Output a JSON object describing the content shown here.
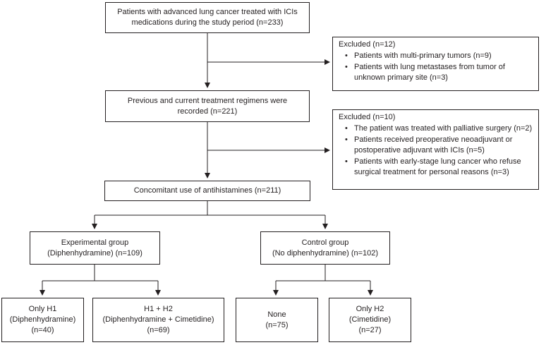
{
  "nodes": {
    "start": [
      "Patients with advanced lung cancer treated with ICIs",
      "medications during the study period (n=233)"
    ],
    "excluded1": {
      "title": "Excluded (n=12)",
      "items": [
        "Patients with multi-primary tumors (n=9)",
        "Patients with lung metastases from tumor of unknown primary site (n=3)"
      ]
    },
    "regimens": [
      "Previous and current treatment regimens were",
      "recorded (n=221)"
    ],
    "excluded2": {
      "title": "Excluded (n=10)",
      "items": [
        "The patient was treated with palliative surgery (n=2)",
        "Patients received preoperative neoadjuvant or postoperative adjuvant with ICIs (n=5)",
        "Patients with early-stage lung cancer who refuse surgical treatment for personal reasons (n=3)"
      ]
    },
    "concomitant": [
      "Concomitant use of antihistamines (n=211)"
    ],
    "experimental": [
      "Experimental group",
      "(Diphenhydramine) (n=109)"
    ],
    "control": [
      "Control group",
      "(No diphenhydramine) (n=102)"
    ],
    "only_h1": [
      "Only H1",
      "(Diphenhydramine)",
      "(n=40)"
    ],
    "h1_h2": [
      "H1 + H2",
      "(Diphenhydramine + Cimetidine)",
      "(n=69)"
    ],
    "none": [
      "None",
      "(n=75)"
    ],
    "only_h2": [
      "Only H2",
      "(Cimetidine)",
      "(n=27)"
    ]
  }
}
